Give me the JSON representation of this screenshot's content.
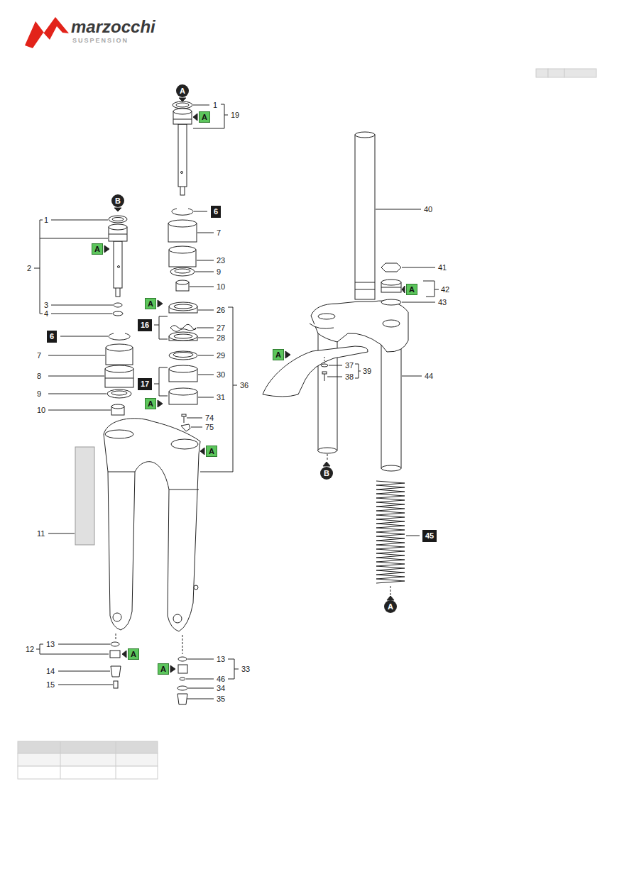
{
  "diagram": {
    "nodes": [
      {
        "text": [
          "A"
        ]
      },
      {
        "text": [
          "A"
        ]
      },
      {
        "text": [
          "B"
        ]
      },
      {
        "text": [
          "6"
        ]
      },
      {
        "text": [
          "A"
        ]
      },
      {
        "text": [
          "A"
        ]
      },
      {
        "text": [
          "16"
        ]
      },
      {
        "text": [
          "6"
        ]
      },
      {
        "text": [
          "17"
        ]
      },
      {
        "text": [
          "A"
        ]
      },
      {
        "text": [
          "A"
        ]
      },
      {
        "text": [
          "A"
        ]
      },
      {
        "text": [
          "A"
        ]
      },
      {
        "text": [
          "45"
        ]
      },
      {
        "text": [
          "A"
        ]
      },
      {
        "text": [
          "A"
        ]
      },
      {
        "text": [
          "B"
        ]
      },
      {
        "text": [
          "A"
        ]
      }
    ],
    "labels": [
      "marzocchi",
      "SUSPENSION",
      "1",
      "19",
      "1",
      "7",
      "2",
      "23",
      "9",
      "10",
      "3",
      "26",
      "4",
      "27",
      "28",
      "7",
      "29",
      "30",
      "8",
      "36",
      "9",
      "31",
      "10",
      "74",
      "75",
      "11",
      "40",
      "41",
      "42",
      "43",
      "37",
      "38",
      "39",
      "44",
      "13",
      "12",
      "14",
      "15",
      "13",
      "33",
      "46",
      "34",
      "35"
    ]
  }
}
